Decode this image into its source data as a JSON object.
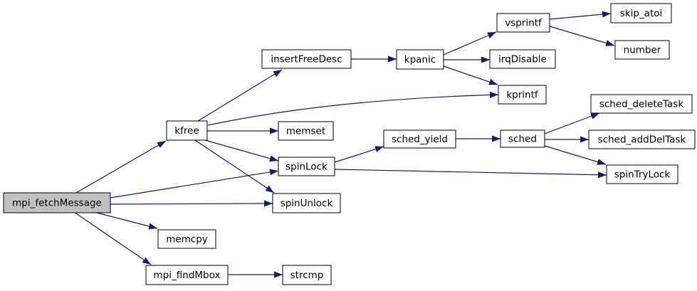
{
  "diagram": {
    "type": "call-graph",
    "root": "mpi_fetchMessage",
    "colors": {
      "edge": "#191970",
      "node_border": "#000000",
      "node_fill": "#ffffff",
      "root_node_fill": "#c0c0c0",
      "text": "#000000",
      "background": "#ffffff"
    },
    "nodes": {
      "mpi_fetchMessage": {
        "label": "mpi_fetchMessage"
      },
      "kfree": {
        "label": "kfree"
      },
      "insertFreeDesc": {
        "label": "insertFreeDesc"
      },
      "memset": {
        "label": "memset"
      },
      "spinLock": {
        "label": "spinLock"
      },
      "spinUnlock": {
        "label": "spinUnlock"
      },
      "memcpy": {
        "label": "memcpy"
      },
      "mpi_findMbox": {
        "label": "mpi_findMbox"
      },
      "strcmp": {
        "label": "strcmp"
      },
      "kpanic": {
        "label": "kpanic"
      },
      "vsprintf": {
        "label": "vsprintf"
      },
      "irqDisable": {
        "label": "irqDisable"
      },
      "kprintf": {
        "label": "kprintf"
      },
      "skip_atoi": {
        "label": "skip_atoi"
      },
      "number": {
        "label": "number"
      },
      "sched_yield": {
        "label": "sched_yield"
      },
      "sched": {
        "label": "sched"
      },
      "sched_deleteTask": {
        "label": "sched_deleteTask"
      },
      "sched_addDelTask": {
        "label": "sched_addDelTask"
      },
      "spinTryLock": {
        "label": "spinTryLock"
      }
    },
    "edges": [
      {
        "from": "mpi_fetchMessage",
        "to": "kfree"
      },
      {
        "from": "mpi_fetchMessage",
        "to": "spinLock"
      },
      {
        "from": "mpi_fetchMessage",
        "to": "spinUnlock"
      },
      {
        "from": "mpi_fetchMessage",
        "to": "memcpy"
      },
      {
        "from": "mpi_fetchMessage",
        "to": "mpi_findMbox"
      },
      {
        "from": "kfree",
        "to": "insertFreeDesc"
      },
      {
        "from": "kfree",
        "to": "kprintf"
      },
      {
        "from": "kfree",
        "to": "memset"
      },
      {
        "from": "kfree",
        "to": "spinLock"
      },
      {
        "from": "kfree",
        "to": "spinUnlock"
      },
      {
        "from": "insertFreeDesc",
        "to": "kpanic"
      },
      {
        "from": "kpanic",
        "to": "vsprintf"
      },
      {
        "from": "kpanic",
        "to": "irqDisable"
      },
      {
        "from": "kpanic",
        "to": "kprintf"
      },
      {
        "from": "vsprintf",
        "to": "skip_atoi"
      },
      {
        "from": "vsprintf",
        "to": "number"
      },
      {
        "from": "spinLock",
        "to": "sched_yield"
      },
      {
        "from": "spinLock",
        "to": "spinTryLock"
      },
      {
        "from": "sched_yield",
        "to": "sched"
      },
      {
        "from": "sched",
        "to": "sched_deleteTask"
      },
      {
        "from": "sched",
        "to": "sched_addDelTask"
      },
      {
        "from": "sched",
        "to": "spinTryLock"
      },
      {
        "from": "mpi_findMbox",
        "to": "strcmp"
      }
    ]
  }
}
